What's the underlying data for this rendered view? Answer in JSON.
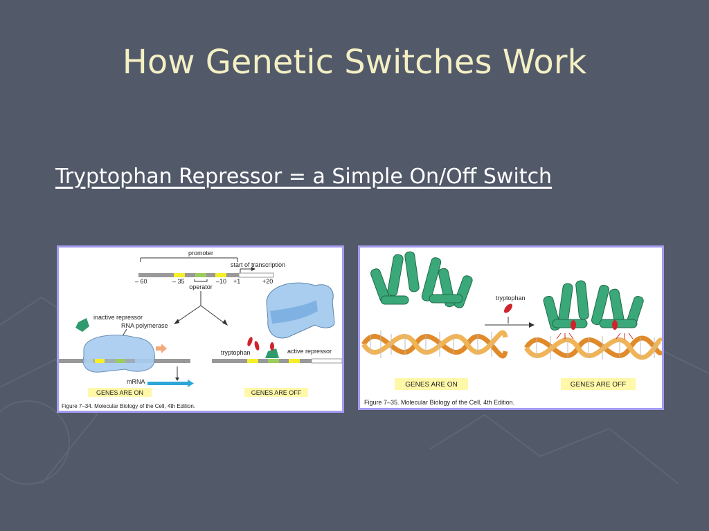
{
  "slide": {
    "title": "How Genetic Switches Work",
    "subtitle": "Tryptophan Repressor = a Simple On/Off Switch"
  },
  "figure_left": {
    "promoter": "promoter",
    "start_of_transcription": "start of transcription",
    "tick_minus60": "– 60",
    "tick_minus35": "– 35",
    "tick_minus10": "–10",
    "tick_plus1": "+1",
    "tick_plus20": "+20",
    "operator": "operator",
    "inactive_repressor": "inactive repressor",
    "rna_polymerase": "RNA polymerase",
    "tryptophan": "tryptophan",
    "active_repressor": "active repressor",
    "mrna": "mRNA",
    "genes_on": "GENES ARE ON",
    "genes_off": "GENES ARE OFF",
    "caption": "Figure 7–34. Molecular Biology of the Cell, 4th Edition."
  },
  "figure_right": {
    "tryptophan": "tryptophan",
    "genes_on": "GENES ARE ON",
    "genes_off": "GENES ARE OFF",
    "caption": "Figure 7–35. Molecular Biology of the Cell, 4th Edition."
  },
  "colors": {
    "background": "#525969",
    "title": "#f4f0c4",
    "figure_border": "#a59cf2",
    "label_bg": "#fff8a8",
    "polymerase": "#a9cdef",
    "repressor": "#2f9a6e",
    "tryptophan": "#d0232b",
    "dna_orange": "#e08a2a"
  }
}
